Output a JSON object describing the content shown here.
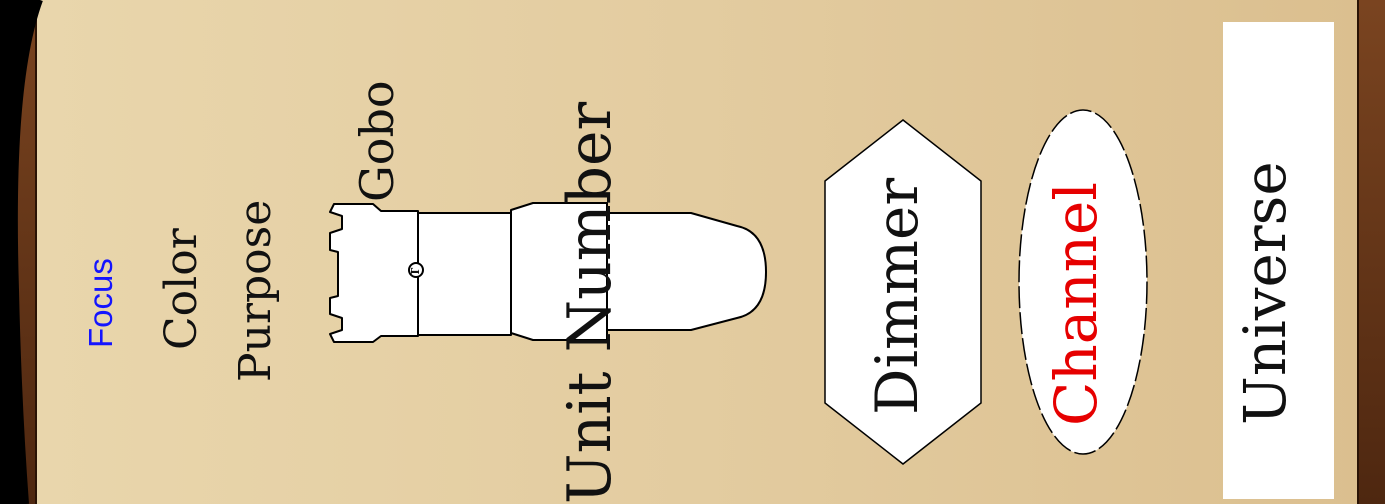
{
  "labels": {
    "focus": "Focus",
    "color": "Color",
    "purpose": "Purpose",
    "gobo": "Gobo",
    "unit_number": "Unit Number",
    "dimmer": "Dimmer",
    "channel": "Channel",
    "universe": "Universe",
    "type_marker": "T"
  },
  "colors": {
    "focus": "#1414ff",
    "channel": "#e60000",
    "text": "#111111",
    "frame": "#6b3a1a",
    "parchment": "#e6d2a8"
  }
}
